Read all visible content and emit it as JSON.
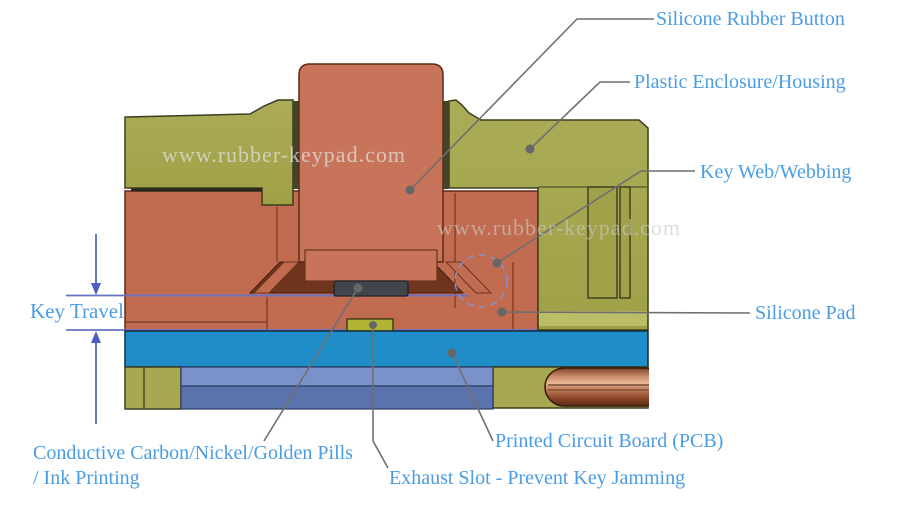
{
  "diagram": {
    "type": "cross-section technical diagram of a silicone rubber keypad assembly",
    "watermark": "www.rubber-keypad.com",
    "watermark2": "www.rubber-keypad.com"
  },
  "labels": {
    "silicone_rubber_button": "Silicone Rubber Button",
    "plastic_enclosure": "Plastic Enclosure/Housing",
    "key_web": "Key Web/Webbing",
    "silicone_pad": "Silicone Pad",
    "key_travel": "Key Travel",
    "conductive_pills_line1": "Conductive Carbon/Nickel/Golden Pills",
    "conductive_pills_line2": "/ Ink Printing",
    "exhaust_slot": "Exhaust Slot - Prevent Key Jamming",
    "pcb": "Printed Circuit Board (PCB)"
  },
  "colors": {
    "label_text": "#4a9ce4",
    "leader_line": "#6f6f6f",
    "key_travel_blue": "#4a5fc0",
    "guide_line_blue": "#6672c3",
    "housing_olive": "#a7a851",
    "rubber_salmon": "#c16c51",
    "pcb_blue": "#1f8ec8",
    "pill_gray": "#41464c",
    "exhaust_green": "#b2b433",
    "band_light_blue": "#7b91c9",
    "band_dark_blue": "#5a73ac",
    "copper": "#c98a68"
  }
}
